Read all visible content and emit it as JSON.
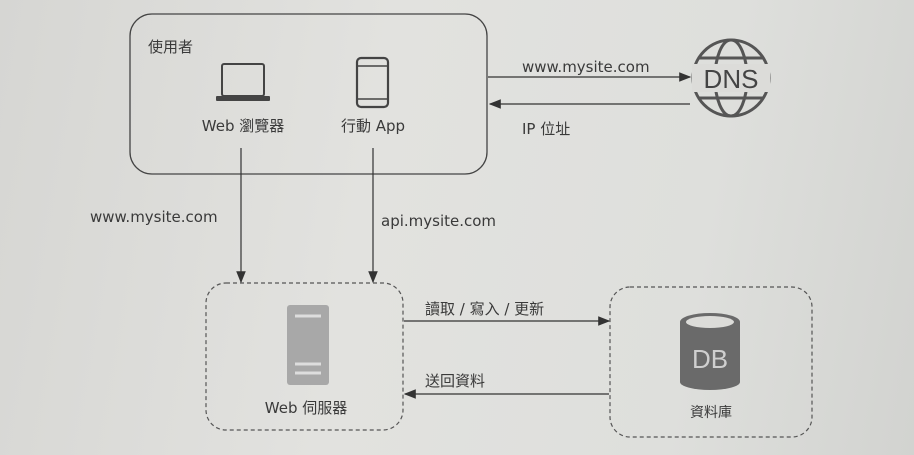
{
  "users_box": {
    "title": "使用者",
    "web_browser": "Web 瀏覽器",
    "mobile_app": "行動 App"
  },
  "dns": {
    "label": "DNS",
    "request": "www.mysite.com",
    "response": "IP 位址"
  },
  "links": {
    "browser_domain": "www.mysite.com",
    "app_domain": "api.mysite.com"
  },
  "web_server": {
    "label": "Web 伺服器"
  },
  "database": {
    "icon_text": "DB",
    "label": "資料庫"
  },
  "db_links": {
    "request": "讀取 / 寫入 / 更新",
    "response": "送回資料"
  },
  "colors": {
    "line": "#333333",
    "icon_gray": "#6c6c6c",
    "server_gray": "#a6a6a6"
  }
}
